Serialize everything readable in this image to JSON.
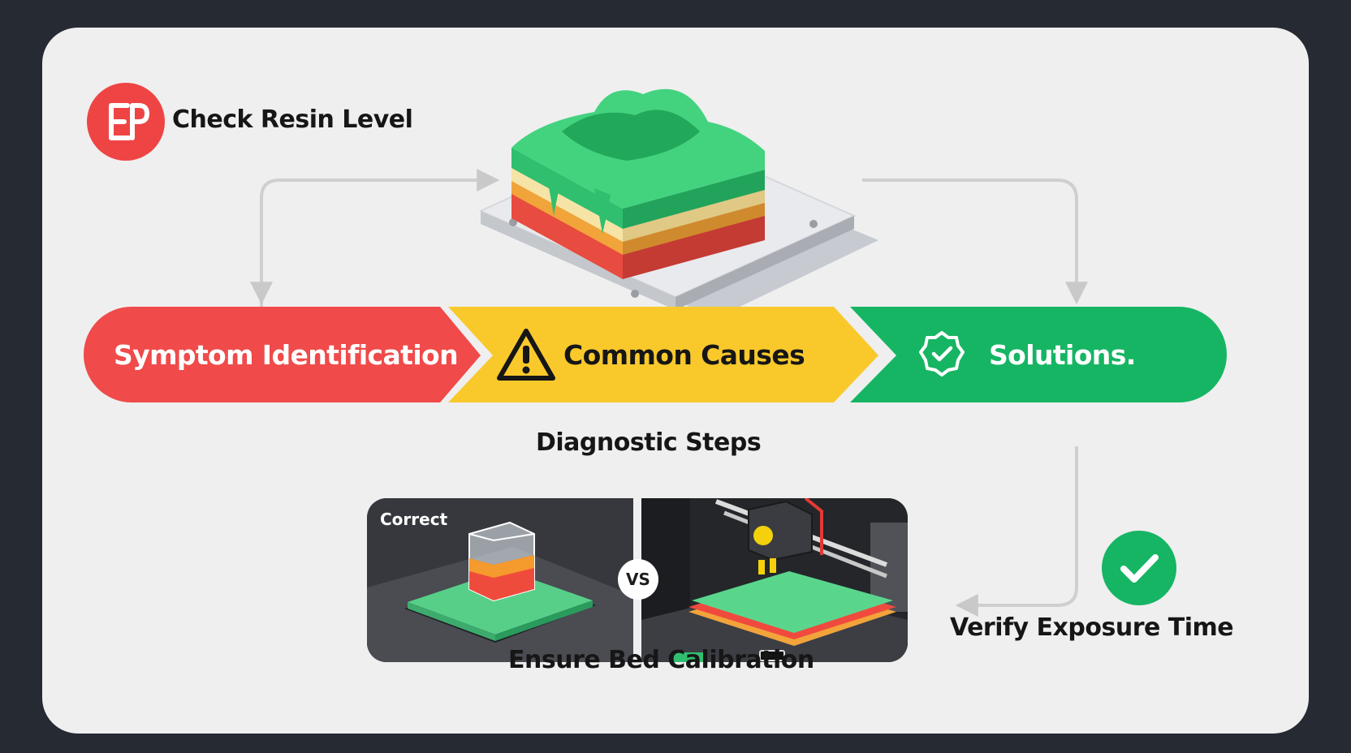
{
  "header": {
    "title": "Check Resin Level",
    "logo_text": "EP",
    "logo_color": "#ef4444"
  },
  "flow": [
    {
      "label": "Symptom Identification",
      "color": "#f04a4a",
      "text_color": "#ffffff",
      "icon": ""
    },
    {
      "label": "Common Causes",
      "color": "#f9c92c",
      "text_color": "#161616",
      "icon": "warning-icon"
    },
    {
      "label": "Solutions.",
      "color": "#16b563",
      "text_color": "#ffffff",
      "icon": "badge-check-icon"
    }
  ],
  "steps": {
    "diagnostic": "Diagnostic Steps",
    "bed_calibration": "Ensure Bed Calibration",
    "exposure": "Verify Exposure Time"
  },
  "comparison": {
    "left_label": "Correct",
    "vs_label": "VS"
  },
  "colors": {
    "panel_bg": "#efefef",
    "frame_bg": "#262a33",
    "green": "#16b563",
    "yellow": "#f9c92c",
    "red": "#f04a4a"
  }
}
